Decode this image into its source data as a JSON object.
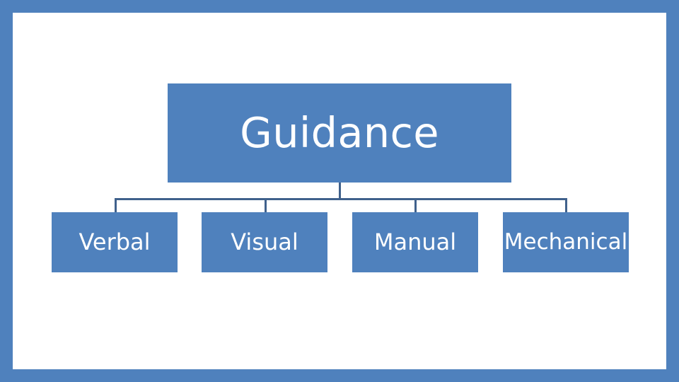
{
  "slide": {
    "background_color": "#ffffff",
    "frame_color": "#4f81bd",
    "node_fill_color": "#4f81bd",
    "node_text_color": "#ffffff",
    "connector_color": "#40618c"
  },
  "diagram": {
    "type": "hierarchy",
    "root": {
      "label": "Guidance"
    },
    "children": [
      {
        "label": "Verbal"
      },
      {
        "label": "Visual"
      },
      {
        "label": "Manual"
      },
      {
        "label": "Mechanical"
      }
    ]
  }
}
